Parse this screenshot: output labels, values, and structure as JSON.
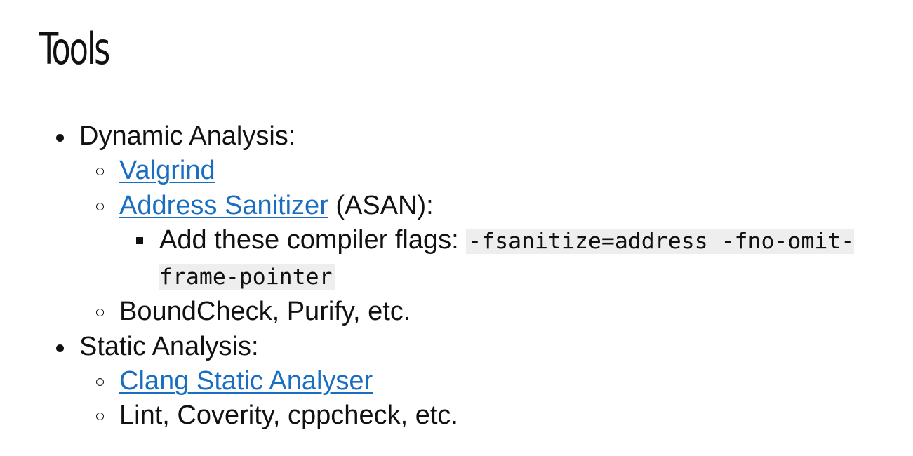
{
  "title": "Tools",
  "sections": [
    {
      "label": "Dynamic Analysis:",
      "items": [
        {
          "link": "Valgrind",
          "suffix": ""
        },
        {
          "link": "Address Sanitizer",
          "suffix": " (ASAN):",
          "subitems": [
            {
              "text": "Add these compiler flags: ",
              "code": "-fsanitize=address -fno-omit-frame-pointer"
            }
          ]
        },
        {
          "text": "BoundCheck, Purify, etc."
        }
      ]
    },
    {
      "label": "Static Analysis:",
      "items": [
        {
          "link": "Clang Static Analyser"
        },
        {
          "text": "Lint, Coverity, cppcheck, etc."
        }
      ]
    }
  ],
  "colors": {
    "link": "#1a6ec1",
    "text": "#111111",
    "code_background": "#eeeeee"
  },
  "icons": {
    "level1": "filled-disc-bullet",
    "level2": "hollow-circle-bullet",
    "level3": "filled-square-bullet"
  }
}
